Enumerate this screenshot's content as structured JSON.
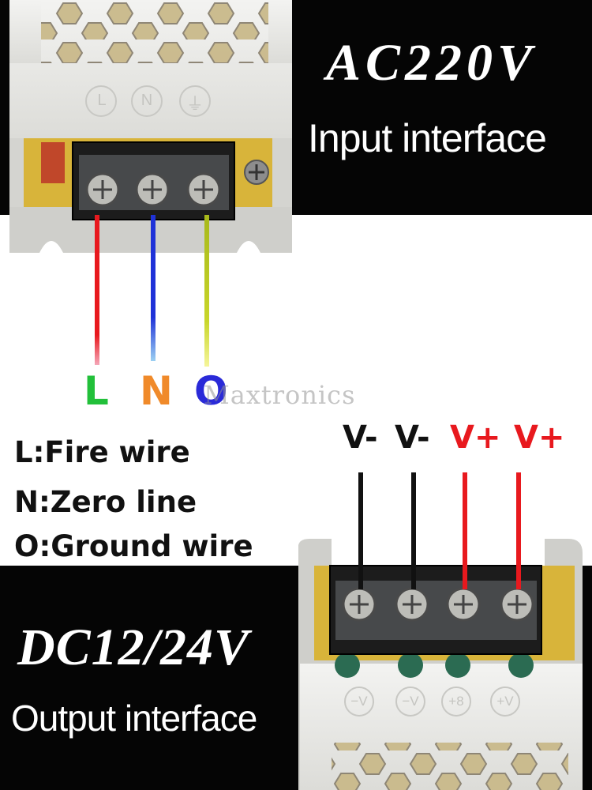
{
  "input": {
    "title": "AC220V",
    "subtitle": "Input interface",
    "terminal_marks": [
      "L",
      "N",
      "⏚"
    ]
  },
  "wires": {
    "L": {
      "letter": "L",
      "color": "#22c03a"
    },
    "N": {
      "letter": "N",
      "color": "#f08a2a"
    },
    "O": {
      "letter": "O",
      "color": "#2a2ad8"
    }
  },
  "wire_colors": {
    "fire": "#e8191e",
    "zero": "#1f32d8",
    "ground": "#b8c81a"
  },
  "watermark": "Maxtronics",
  "legend": {
    "line1": "L:Fire wire",
    "line2": "N:Zero line",
    "line3": "O:Ground wire"
  },
  "output": {
    "title": "DC12/24V",
    "subtitle": "Output interface",
    "labels": [
      "V-",
      "V-",
      "V+",
      "V+"
    ],
    "label_colors": [
      "#111111",
      "#111111",
      "#e8191e",
      "#e8191e"
    ],
    "terminal_marks": [
      "−V",
      "−V",
      "+8",
      "+V"
    ]
  }
}
